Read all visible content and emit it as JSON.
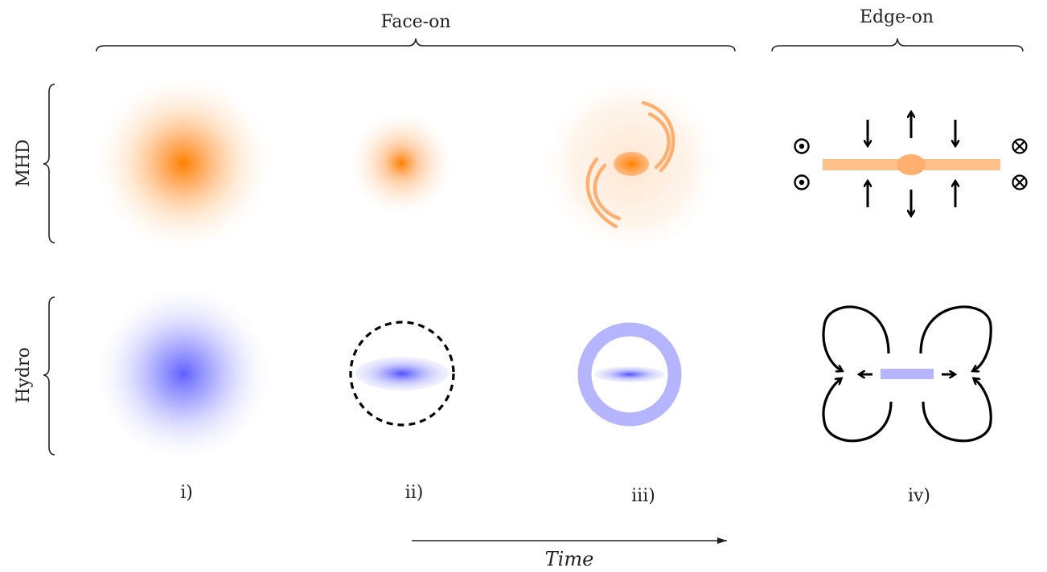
{
  "headers": {
    "face_on": "Face-on",
    "edge_on": "Edge-on"
  },
  "rows": {
    "mhd": "MHD",
    "hydro": "Hydro"
  },
  "panels": [
    "i)",
    "ii)",
    "iii)",
    "iv)"
  ],
  "time_label": "Time",
  "colors": {
    "mhd": "#ff8c1a",
    "mhd_light": "#ffc08a",
    "hydro": "#6b6bff",
    "hydro_light": "#b4b4ff",
    "ink": "#000000"
  }
}
